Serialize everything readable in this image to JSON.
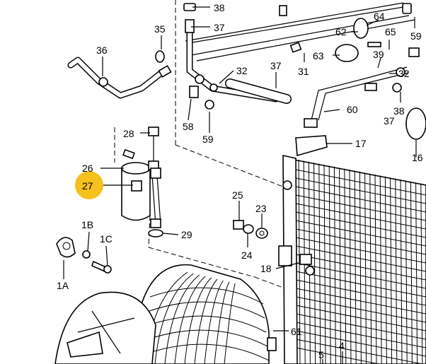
{
  "highlight_color": "#f6c01d",
  "labels": {
    "l38a": "38",
    "l37a": "37",
    "l35": "35",
    "l36": "36",
    "l32": "32",
    "l37b": "37",
    "l31": "31",
    "l64": "64",
    "l62": "62",
    "l65": "65",
    "l63": "63",
    "l59a": "59",
    "l39": "39",
    "l32b": "32",
    "l38b": "38",
    "l37c": "37",
    "l60": "60",
    "l58": "58",
    "l59b": "59",
    "l28": "28",
    "l17": "17",
    "l16": "16",
    "l26": "26",
    "l27": "27",
    "l25": "25",
    "l23": "23",
    "l1b": "1B",
    "l1c": "1C",
    "l29": "29",
    "l24": "24",
    "l18": "18",
    "l1a": "1A",
    "l61": "61",
    "l5": "5",
    "l4": "4"
  }
}
